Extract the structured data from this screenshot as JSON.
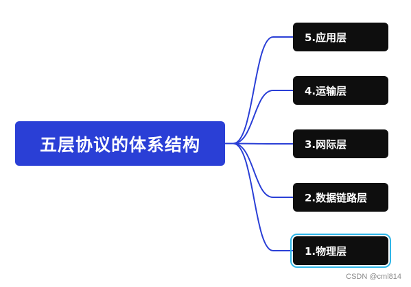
{
  "mindmap": {
    "root": {
      "label": "五层协议的体系结构",
      "color": "#2a3fd6"
    },
    "connector_color": "#2a3fd6",
    "selected_outline_color": "#2fb6e8",
    "children": [
      {
        "label": "5.应用层"
      },
      {
        "label": "4.运输层"
      },
      {
        "label": "3.网际层"
      },
      {
        "label": "2.数据链路层"
      },
      {
        "label": "1.物理层",
        "selected": true
      }
    ]
  },
  "watermark": "CSDN @cml814"
}
